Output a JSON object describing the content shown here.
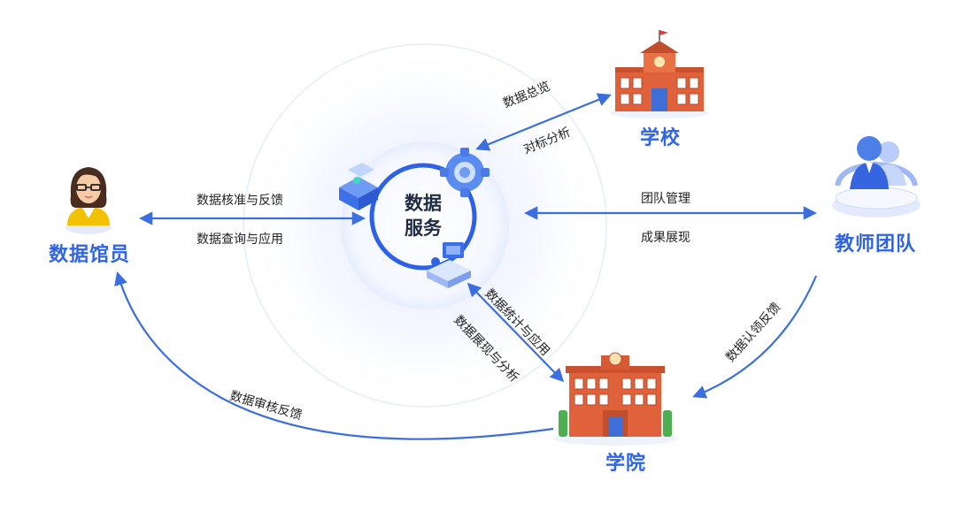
{
  "center": {
    "line1": "数据",
    "line2": "服务"
  },
  "nodes": {
    "librarian": "数据馆员",
    "school": "学校",
    "teachers": "教师团队",
    "college": "学院"
  },
  "edges": {
    "overview": "数据总览",
    "benchmark": "对标分析",
    "verify_feedback": "数据核准与反馈",
    "query_apply": "数据查询与应用",
    "team_mgmt": "团队管理",
    "results_show": "成果展现",
    "stats_apply": "数据统计与应用",
    "show_analysis": "数据展现与分析",
    "claim_feedback": "数据认领反馈",
    "review_feedback": "数据审核反馈"
  },
  "colors": {
    "arrow": "#3b6fe0",
    "label": "#2f63e8",
    "ring": "#2e62e6",
    "brick": "#e0623a",
    "glow": "#e9efff"
  },
  "icons": [
    "person-female-icon",
    "school-building-icon",
    "teacher-team-icon",
    "college-building-icon",
    "gear-icon",
    "server-cube-icon",
    "monitor-icon"
  ]
}
